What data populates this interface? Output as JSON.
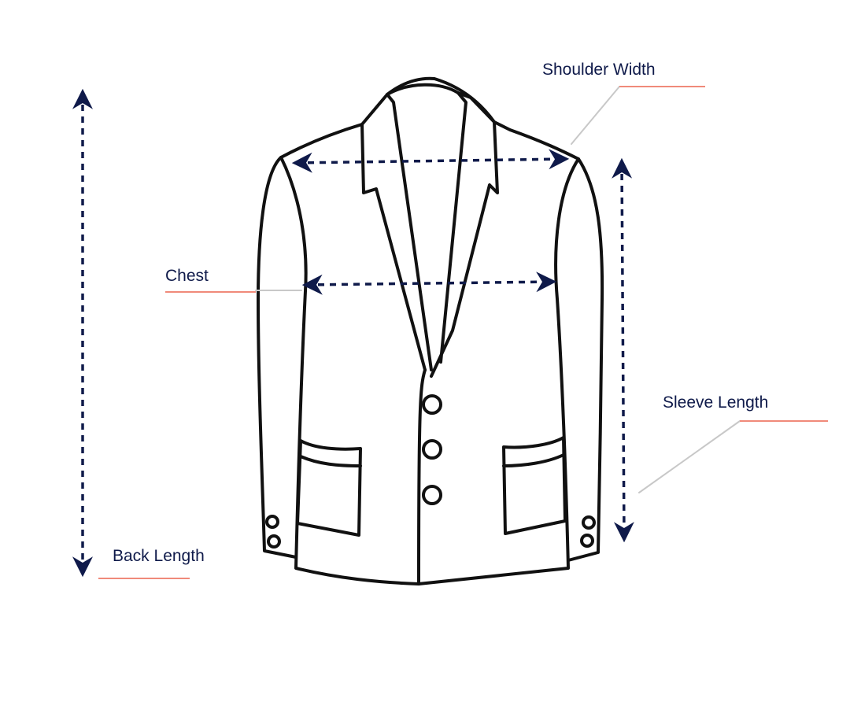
{
  "diagram": {
    "labels": {
      "shoulder_width": "Shoulder Width",
      "chest": "Chest",
      "sleeve_length": "Sleeve Length",
      "back_length": "Back Length"
    },
    "colors": {
      "arrow": "#0f1a4a",
      "label_text": "#0f1a4a",
      "underline": "#f08a7a",
      "leader": "#c8c8c8",
      "jacket_outline": "#111111",
      "background": "#ffffff"
    }
  }
}
